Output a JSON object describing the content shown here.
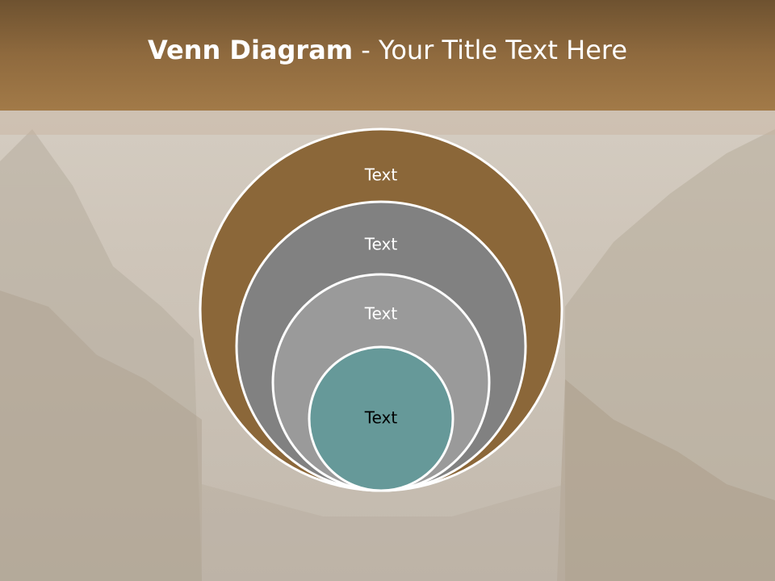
{
  "title": {
    "bold": "Venn Diagram",
    "rest": " - Your Title Text Here"
  },
  "colors": {
    "title_bar": "#8f6a3e",
    "circle_outer": "#8b6739",
    "circle_2": "#808080",
    "circle_3": "#9a9a9a",
    "circle_inner": "#669999",
    "stroke": "#ffffff"
  },
  "circles": [
    {
      "label": "Text",
      "color": "#8b6739",
      "text_color": "#ffffff"
    },
    {
      "label": "Text",
      "color": "#818181",
      "text_color": "#ffffff"
    },
    {
      "label": "Text",
      "color": "#9a9a9a",
      "text_color": "#ffffff"
    },
    {
      "label": "Text",
      "color": "#669999",
      "text_color": "#000000"
    }
  ]
}
